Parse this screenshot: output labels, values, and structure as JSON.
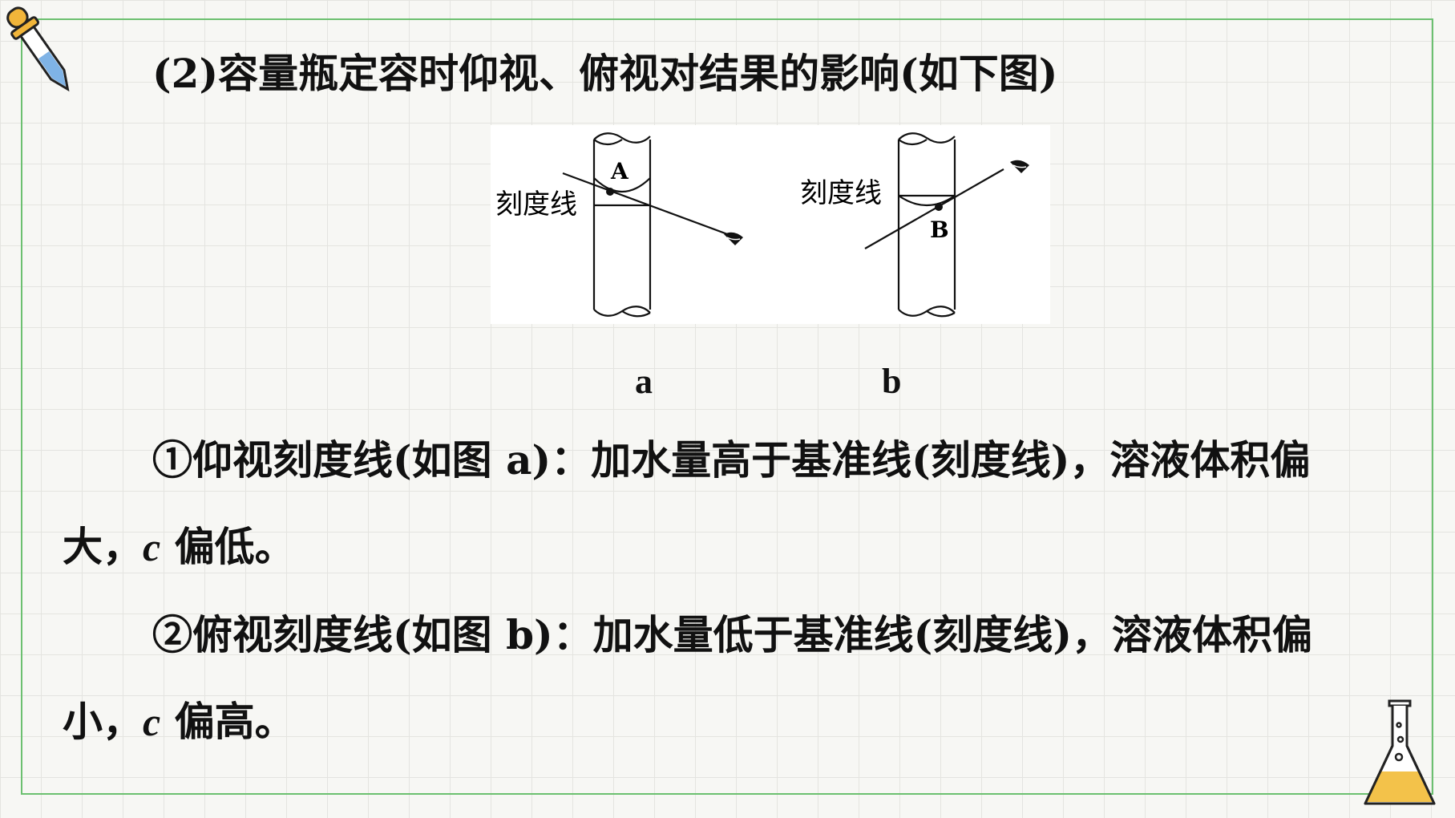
{
  "title": "(2)容量瓶定容时仰视、俯视对结果的影响(如下图)",
  "figure": {
    "a": {
      "label": "刻度线",
      "point": "A",
      "caption": "a"
    },
    "b": {
      "label": "刻度线",
      "point": "B",
      "caption": "b"
    }
  },
  "paragraphs": [
    {
      "lead": "①仰视刻度线(如图 a)：加水量高于基准线(刻度线)，溶液体积偏大，",
      "symbol": "c",
      "tail": " 偏低。"
    },
    {
      "lead": "②俯视刻度线(如图 b)：加水量低于基准线(刻度线)，溶液体积偏小，",
      "symbol": "c",
      "tail": " 偏高。"
    }
  ],
  "colors": {
    "frame": "#6cc070",
    "dropper_tip": "#7fb3e6",
    "dropper_bulb": "#f1b53a",
    "flask_liquid": "#f3c24a"
  },
  "icons": [
    "dropper-icon",
    "flask-icon",
    "eye-icon"
  ]
}
